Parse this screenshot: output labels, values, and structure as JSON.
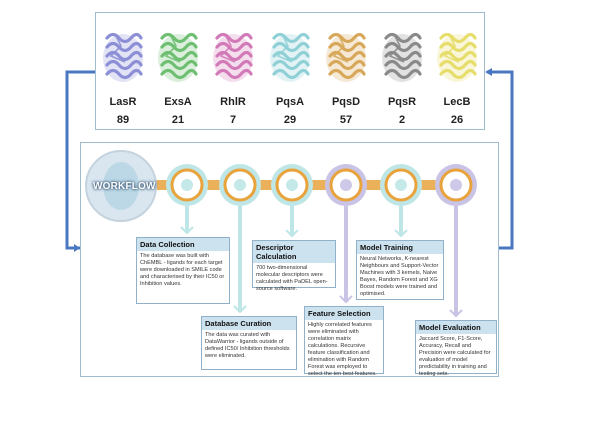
{
  "proteins": [
    {
      "name": "LasR",
      "count": "89",
      "color": "#8c8fd6"
    },
    {
      "name": "ExsA",
      "count": "21",
      "color": "#6fbf73"
    },
    {
      "name": "RhlR",
      "count": "7",
      "color": "#d27ab8"
    },
    {
      "name": "PqsA",
      "count": "29",
      "color": "#8fd0d6"
    },
    {
      "name": "PqsD",
      "count": "57",
      "color": "#d8a85a"
    },
    {
      "name": "PqsR",
      "count": "2",
      "color": "#8a8a8a"
    },
    {
      "name": "LecB",
      "count": "26",
      "color": "#e6dd6a"
    }
  ],
  "workflow": {
    "label": "WORKFLOW",
    "steps": [
      {
        "title": "Data Collection",
        "body": "The database was built with ChEMBL - ligands for each target were downloaded in SMILE code and characterised by their IC50 or Inhibition values."
      },
      {
        "title": "Database Curation",
        "body": "The data was curated with DataWarrior - ligands outside of defined IC50/ Inhibition thresholds were eliminated."
      },
      {
        "title": "Descriptor Calculation",
        "body": "700 two-dimensional molecular descriptors were calculated with PaDEL open-source software."
      },
      {
        "title": "Feature Selection",
        "body": "Highly correlated features were eliminated with correlation matrix calculations. Recursive feature classification and elimination with Random Forest was employed to select the ten best features."
      },
      {
        "title": "Model Training",
        "body": "Neural Networks, K-nearest Neighbours and Support-Vector Machines with 3 kernels, Naive Bayes, Random Forest and XG Boost models were trained and optimised."
      },
      {
        "title": "Model Evaluation",
        "body": "Jaccard Score, F1-Score, Accuracy, Recall and Precision were calculated for evaluation of model predictability in training and testing sets."
      }
    ]
  },
  "colors": {
    "panel_border": "#9fbccc",
    "connector_blue": "#4a78c0",
    "ring_orange": "#e8a33d",
    "step_teal": "#bfe6e6",
    "step_purple": "#c9c3e6",
    "card_header": "#cde2ef"
  }
}
